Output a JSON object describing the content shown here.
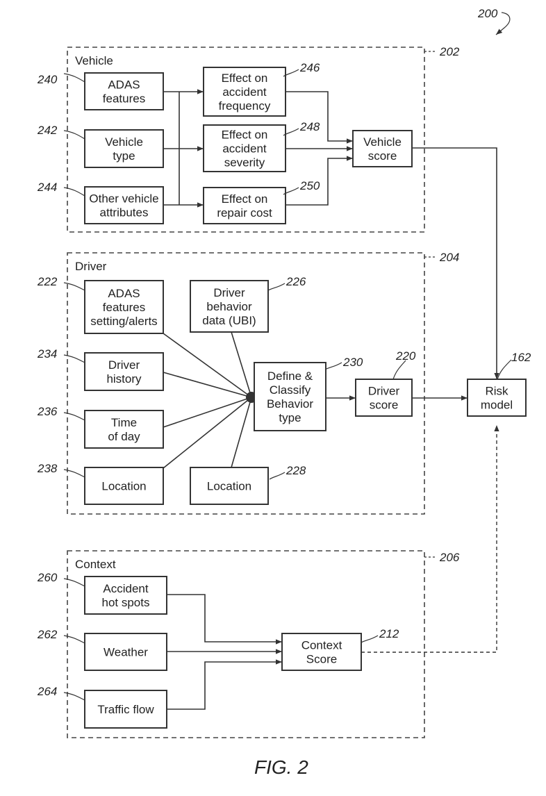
{
  "figure": {
    "caption": "FIG. 2",
    "ref": "200"
  },
  "groups": {
    "vehicle": {
      "title": "Vehicle",
      "ref": "202"
    },
    "driver": {
      "title": "Driver",
      "ref": "204"
    },
    "context": {
      "title": "Context",
      "ref": "206"
    }
  },
  "nodes": {
    "adas_features": {
      "lines": [
        "ADAS",
        "features"
      ],
      "ref": "240"
    },
    "vehicle_type": {
      "lines": [
        "Vehicle",
        "type"
      ],
      "ref": "242"
    },
    "other_vehicle_attributes": {
      "lines": [
        "Other vehicle",
        "attributes"
      ],
      "ref": "244"
    },
    "effect_accident_frequency": {
      "lines": [
        "Effect on",
        "accident",
        "frequency"
      ],
      "ref": "246"
    },
    "effect_accident_severity": {
      "lines": [
        "Effect on",
        "accident",
        "severity"
      ],
      "ref": "248"
    },
    "effect_repair_cost": {
      "lines": [
        "Effect on",
        "repair cost"
      ],
      "ref": "250"
    },
    "vehicle_score": {
      "lines": [
        "Vehicle",
        "score"
      ],
      "ref": ""
    },
    "adas_settings_alerts": {
      "lines": [
        "ADAS",
        "features",
        "setting/alerts"
      ],
      "ref": "222"
    },
    "driver_behavior_data": {
      "lines": [
        "Driver",
        "behavior",
        "data (UBI)"
      ],
      "ref": "226"
    },
    "driver_history": {
      "lines": [
        "Driver",
        "history"
      ],
      "ref": "234"
    },
    "time_of_day": {
      "lines": [
        "Time",
        "of day"
      ],
      "ref": "236"
    },
    "location_driver": {
      "lines": [
        "Location"
      ],
      "ref": "238"
    },
    "location_2": {
      "lines": [
        "Location"
      ],
      "ref": "228"
    },
    "define_classify": {
      "lines": [
        "Define &",
        "Classify",
        "Behavior",
        "type"
      ],
      "ref": "230"
    },
    "driver_score": {
      "lines": [
        "Driver",
        "score"
      ],
      "ref": "220"
    },
    "risk_model": {
      "lines": [
        "Risk",
        "model"
      ],
      "ref": "162"
    },
    "accident_hot_spots": {
      "lines": [
        "Accident",
        "hot spots"
      ],
      "ref": "260"
    },
    "weather": {
      "lines": [
        "Weather"
      ],
      "ref": "262"
    },
    "traffic_flow": {
      "lines": [
        "Traffic flow"
      ],
      "ref": "264"
    },
    "context_score": {
      "lines": [
        "Context",
        "Score"
      ],
      "ref": "212"
    }
  }
}
